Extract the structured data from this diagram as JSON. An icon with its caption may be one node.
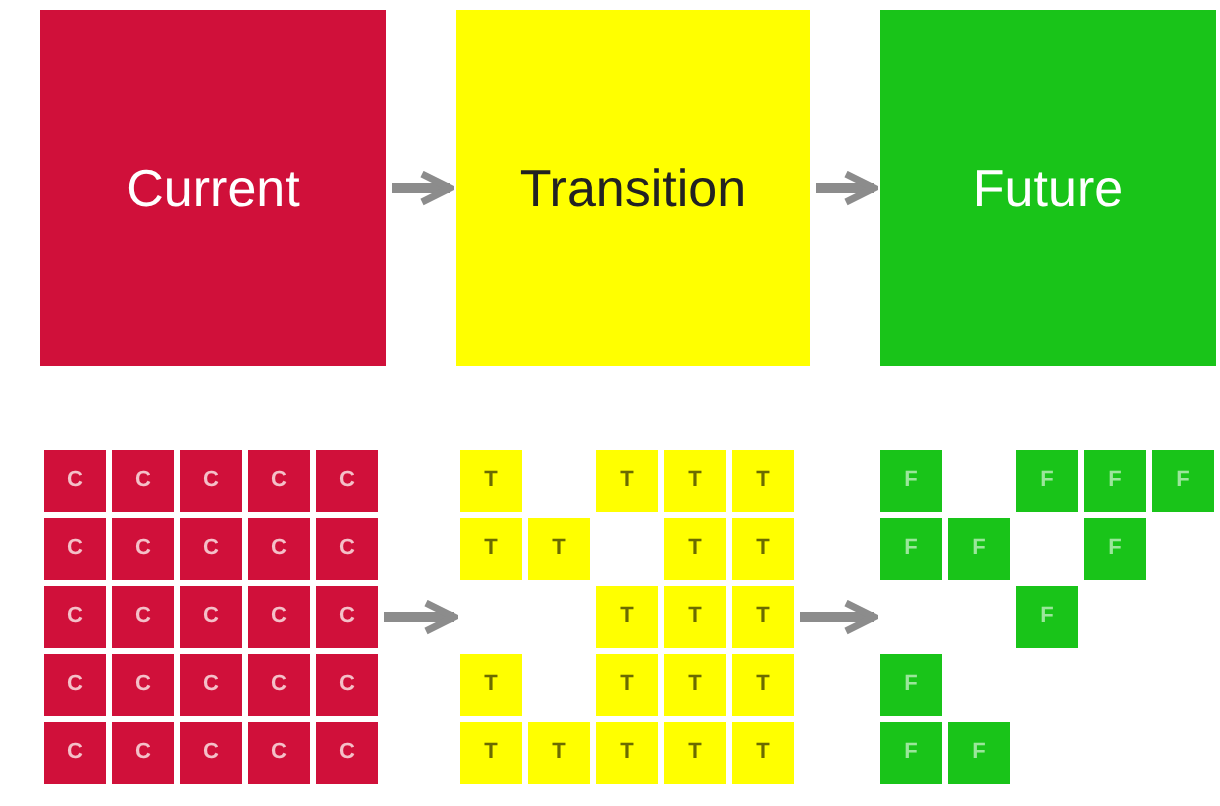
{
  "diagram": {
    "nodes": [
      {
        "text": [
          "Current"
        ]
      },
      {
        "text": [
          "Transition"
        ]
      },
      {
        "text": [
          "Future"
        ]
      },
      {
        "text": [],
        "shape": "grid"
      },
      {
        "text": [
          "C"
        ],
        "in": 3
      },
      {
        "text": [
          "C"
        ],
        "in": 3
      },
      {
        "text": [
          "C"
        ],
        "in": 3
      },
      {
        "text": [
          "C"
        ],
        "in": 3
      },
      {
        "text": [
          "C"
        ],
        "in": 3
      },
      {
        "text": [
          "C"
        ],
        "in": 3
      },
      {
        "text": [
          "C"
        ],
        "in": 3
      },
      {
        "text": [
          "C"
        ],
        "in": 3
      },
      {
        "text": [
          "C"
        ],
        "in": 3
      },
      {
        "text": [
          "C"
        ],
        "in": 3
      },
      {
        "text": [
          "C"
        ],
        "in": 3
      },
      {
        "text": [
          "C"
        ],
        "in": 3
      },
      {
        "text": [
          "C"
        ],
        "in": 3
      },
      {
        "text": [
          "C"
        ],
        "in": 3
      },
      {
        "text": [
          "C"
        ],
        "in": 3
      },
      {
        "text": [
          "C"
        ],
        "in": 3
      },
      {
        "text": [
          "C"
        ],
        "in": 3
      },
      {
        "text": [
          "C"
        ],
        "in": 3
      },
      {
        "text": [
          "C"
        ],
        "in": 3
      },
      {
        "text": [
          "C"
        ],
        "in": 3
      },
      {
        "text": [
          "C"
        ],
        "in": 3
      },
      {
        "text": [
          "C"
        ],
        "in": 3
      },
      {
        "text": [
          "C"
        ],
        "in": 3
      },
      {
        "text": [
          "C"
        ],
        "in": 3
      },
      {
        "text": [
          "C"
        ],
        "in": 3
      },
      {
        "text": [],
        "shape": "grid"
      },
      {
        "text": [
          "T"
        ],
        "in": 29
      },
      {
        "text": [
          "T"
        ],
        "in": 29
      },
      {
        "text": [
          "T"
        ],
        "in": 29
      },
      {
        "text": [
          "T"
        ],
        "in": 29
      },
      {
        "text": [
          "T"
        ],
        "in": 29
      },
      {
        "text": [
          "T"
        ],
        "in": 29
      },
      {
        "text": [
          "T"
        ],
        "in": 29
      },
      {
        "text": [
          "T"
        ],
        "in": 29
      },
      {
        "text": [
          "T"
        ],
        "in": 29
      },
      {
        "text": [
          "T"
        ],
        "in": 29
      },
      {
        "text": [
          "T"
        ],
        "in": 29
      },
      {
        "text": [
          "T"
        ],
        "in": 29
      },
      {
        "text": [
          "T"
        ],
        "in": 29
      },
      {
        "text": [
          "T"
        ],
        "in": 29
      },
      {
        "text": [
          "T"
        ],
        "in": 29
      },
      {
        "text": [
          "T"
        ],
        "in": 29
      },
      {
        "text": [
          "T"
        ],
        "in": 29
      },
      {
        "text": [
          "T"
        ],
        "in": 29
      },
      {
        "text": [
          "T"
        ],
        "in": 29
      },
      {
        "text": [
          "T"
        ],
        "in": 29
      },
      {
        "text": [],
        "shape": "grid"
      },
      {
        "text": [
          "F"
        ],
        "in": 50
      },
      {
        "text": [
          "F"
        ],
        "in": 50
      },
      {
        "text": [
          "F"
        ],
        "in": 50
      },
      {
        "text": [
          "F"
        ],
        "in": 50
      },
      {
        "text": [
          "F"
        ],
        "in": 50
      },
      {
        "text": [
          "F"
        ],
        "in": 50
      },
      {
        "text": [
          "F"
        ],
        "in": 50
      },
      {
        "text": [
          "F"
        ],
        "in": 50
      },
      {
        "text": [
          "F"
        ],
        "in": 50
      },
      {
        "text": [
          "F"
        ],
        "in": 50
      },
      {
        "text": [
          "F"
        ],
        "in": 50
      }
    ],
    "edges": [
      {
        "from": 0,
        "to": 1,
        "arrow": "to"
      },
      {
        "from": 1,
        "to": 2,
        "arrow": "to"
      },
      {
        "from": 3,
        "to": 29,
        "arrow": "to"
      },
      {
        "from": 29,
        "to": 50,
        "arrow": "to"
      }
    ]
  }
}
